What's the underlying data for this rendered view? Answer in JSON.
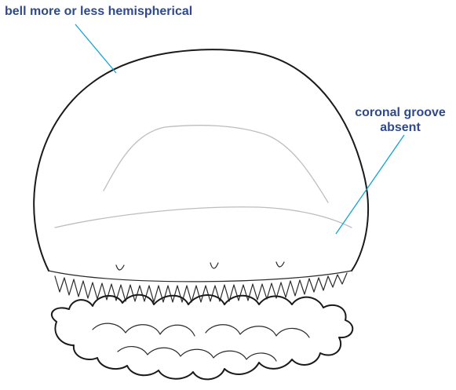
{
  "annotations": {
    "bell": {
      "text": "bell more or less hemispherical"
    },
    "coronal": {
      "line1": "coronal groove",
      "line2": "absent"
    }
  },
  "colors": {
    "label_text": "#2f4a8a",
    "pointer_line": "#14a3d6",
    "outline": "#1a1a1a",
    "faint_lines": "#bdbdbd"
  }
}
